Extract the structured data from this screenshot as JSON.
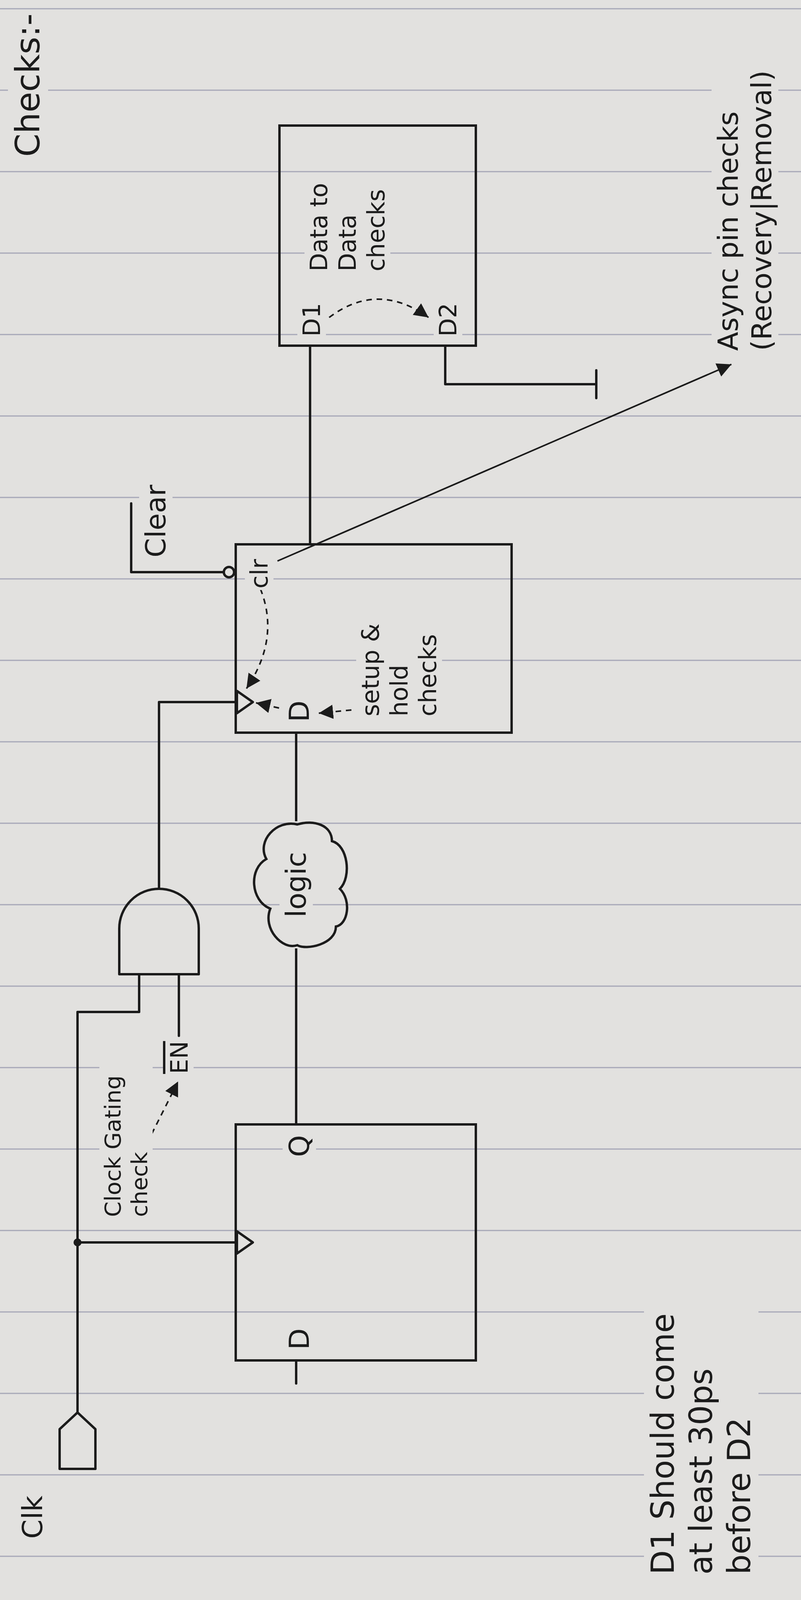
{
  "diagram": {
    "title": "Checks:-",
    "nodes": [
      {
        "text": [
          "D",
          "Q"
        ]
      },
      {
        "text": [
          "logic"
        ]
      },
      {
        "text": [
          "clr",
          "D",
          "setup & hold checks"
        ]
      },
      {
        "text": [
          "D1",
          "Data to Data checks",
          "D2"
        ]
      }
    ],
    "edges": [
      {
        "from": 0,
        "to": 1,
        "arrow": "none"
      },
      {
        "from": 1,
        "to": 2,
        "arrow": "none"
      },
      {
        "from": 2,
        "to": 3,
        "arrow": "none"
      }
    ],
    "labels": [
      "Clk",
      "Clock Gating check",
      "EN",
      "Clear",
      "Async pin checks (Recovery|Removal)",
      "D1 Should come at least 30ps before D2"
    ]
  }
}
